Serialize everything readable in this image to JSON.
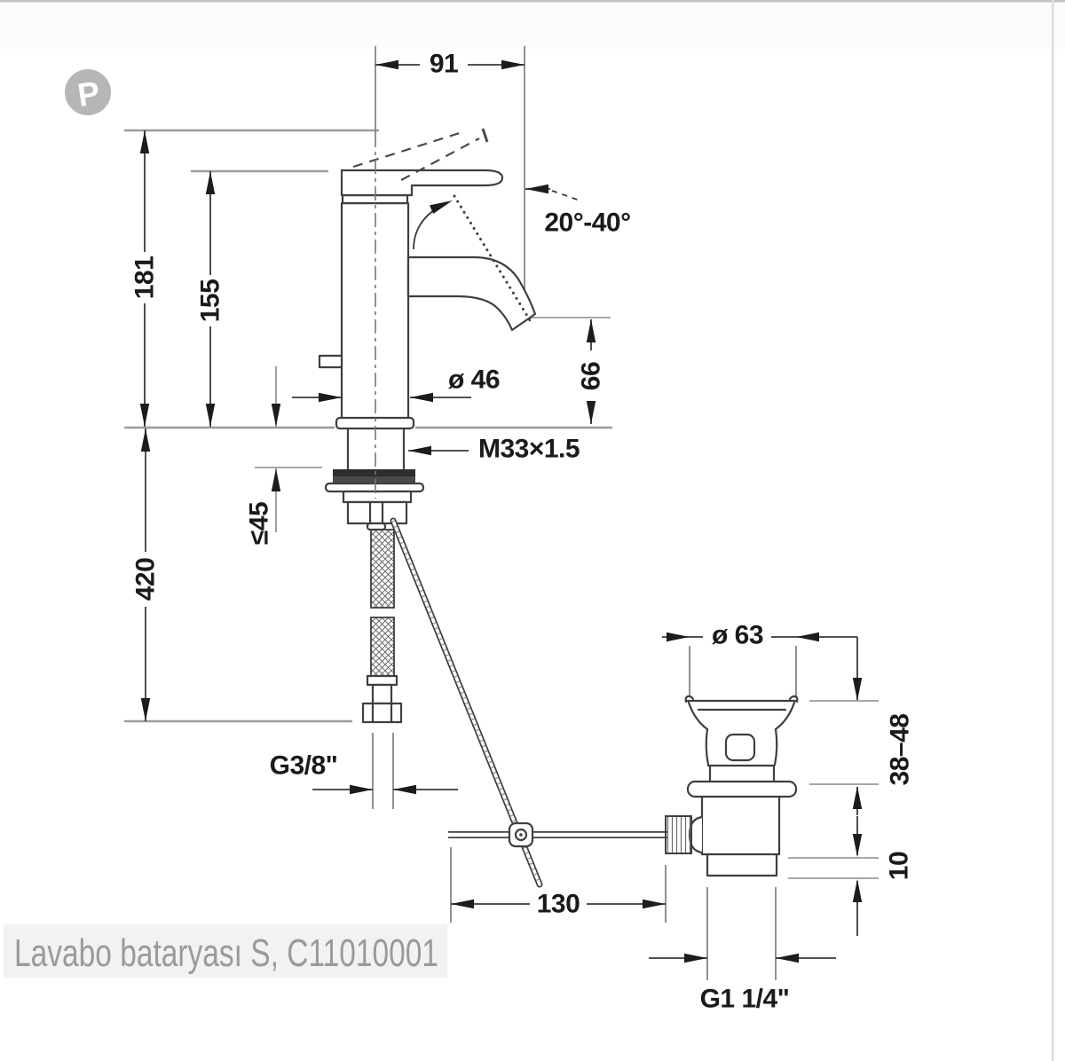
{
  "page": {
    "background": "#ffffff",
    "border_top_color": "#c2c2c2",
    "border_right_color": "#dcdcdc"
  },
  "branding": {
    "pinterest_icon_color": "#b6b6b6",
    "pinterest_letter": "P"
  },
  "drawing": {
    "type": "technical-dimension-drawing",
    "subject": "single-lever washbasin mixer with pop-up waste",
    "line_color": "#3f3f3f",
    "dim_color": "#1a1a1a",
    "ref_color": "#9b9b9b",
    "labels": {
      "spout_reach": "91",
      "height_lever_open": "181",
      "height_body": "155",
      "lever_angle": "20°-40°",
      "outlet_height": "66",
      "body_diameter": "ø 46",
      "mounting_thread": "M33×1.5",
      "max_counter_thickness": "≤45",
      "hose_length": "420",
      "supply_thread": "G3/8\"",
      "waste_flange_diameter": "ø 63",
      "clamping_range": "38–48",
      "overlap": "10",
      "rod_travel": "130",
      "waste_thread": "G1 1/4\""
    }
  },
  "caption": {
    "text": "Lavabo bataryası S, C11010001",
    "bg": "#f2f2f2",
    "color": "#9a9a9a"
  }
}
